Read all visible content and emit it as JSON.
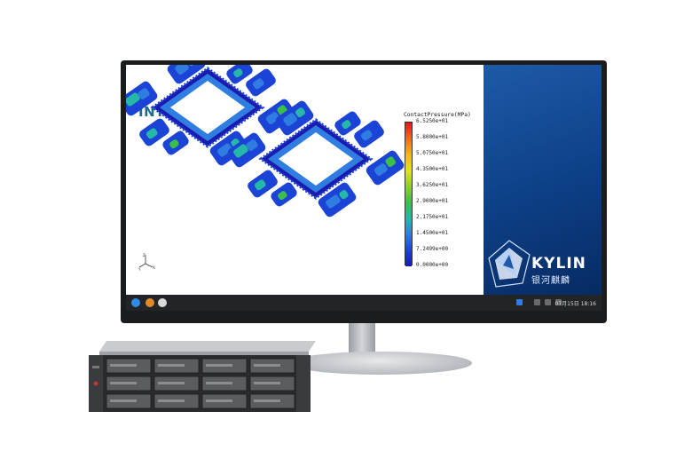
{
  "simulation": {
    "brand": "INTESIM",
    "legend": {
      "title": "ContactPressure(MPa)",
      "ticks": [
        "6.5250e+01",
        "5.8000e+01",
        "5.0750e+01",
        "4.3500e+01",
        "3.6250e+01",
        "2.9000e+01",
        "2.1750e+01",
        "1.4500e+01",
        "7.2499e+00",
        "0.0000e+00"
      ],
      "colors": [
        "#e8121c",
        "#f06a1a",
        "#f2b51d",
        "#e2e21e",
        "#8fd02b",
        "#3bbf4a",
        "#25b8a8",
        "#2f7de0",
        "#1b44d6",
        "#1a1ab0"
      ]
    },
    "axes": {
      "x": "X",
      "y": "Y",
      "z": "Z"
    }
  },
  "desktop": {
    "logo_text": "KYLIN",
    "logo_cn": "银河麒麟"
  },
  "taskbar": {
    "datetime": "07月15日 18:16",
    "accent": "#1f6fd6"
  }
}
